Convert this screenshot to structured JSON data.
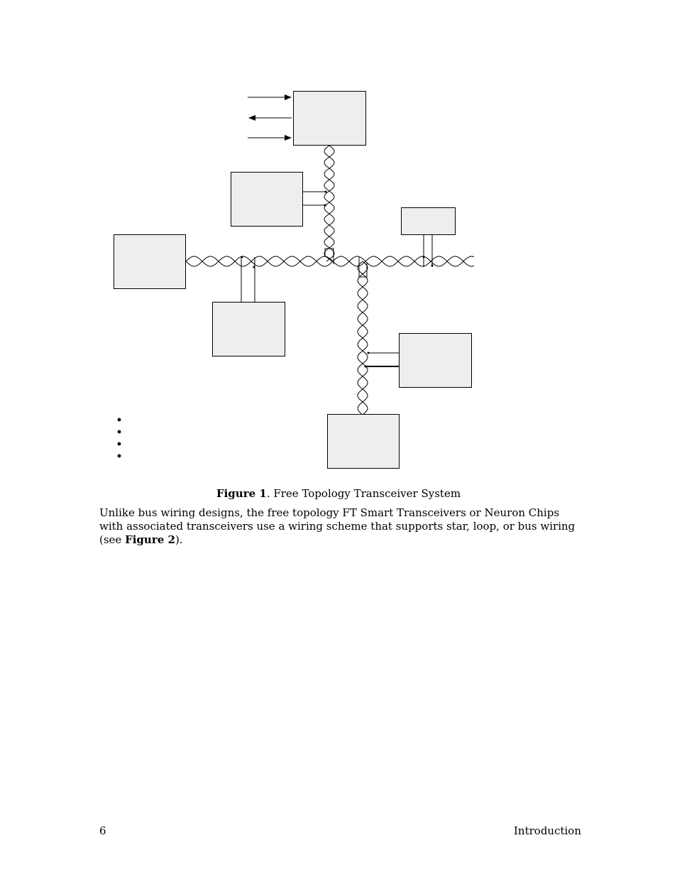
{
  "figure": {
    "caption_label": "Figure 1",
    "caption_text": ". Free Topology Transceiver System"
  },
  "paragraph": {
    "text": "Unlike bus wiring designs, the free topology FT Smart Transceivers or Neuron Chips with associated transceivers use a wiring scheme that supports star, loop, or bus wiring (see ",
    "ref": "Figure 2",
    "end": ")."
  },
  "footer": {
    "page_number": "6",
    "section": "Introduction"
  },
  "colors": {
    "box_fill": "#eeeeee",
    "stroke": "#000000"
  }
}
